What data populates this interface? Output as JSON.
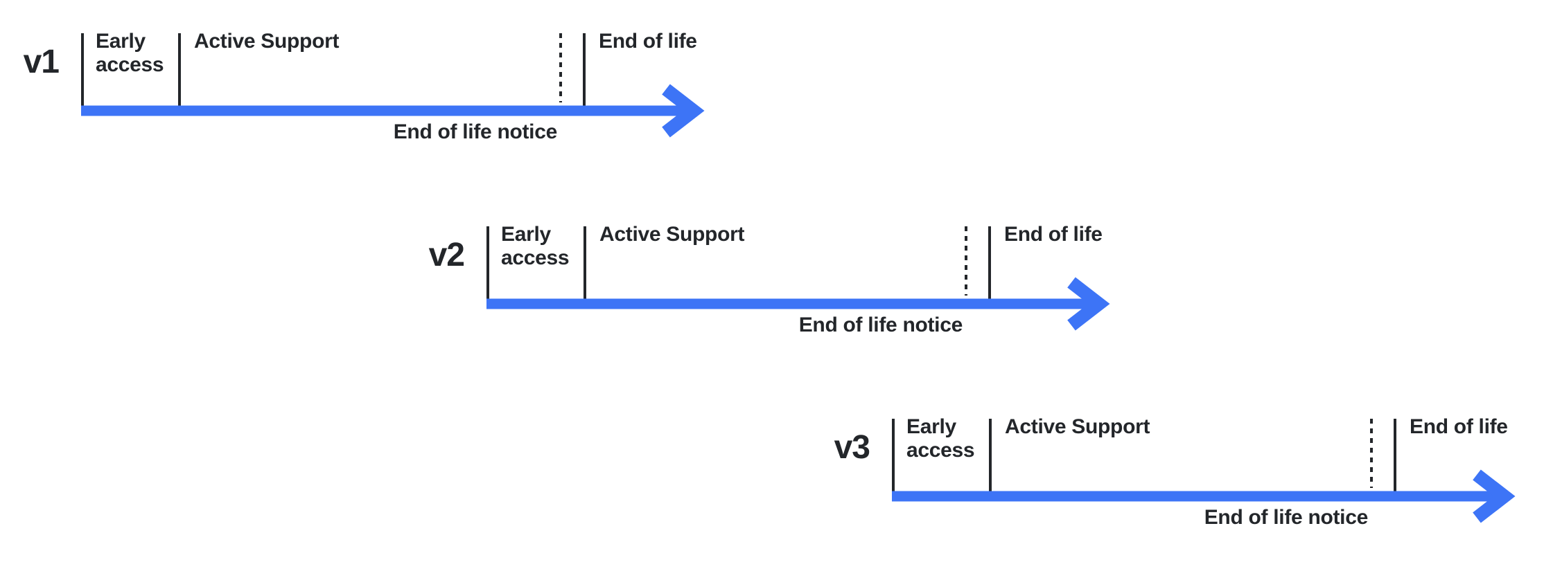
{
  "colors": {
    "arrow_blue": "#3d74f6",
    "ink": "#23262a",
    "background": "#ffffff"
  },
  "timelines": [
    {
      "version": "v1",
      "early_access": "Early access",
      "active_support": "Active Support",
      "end_of_life": "End of life",
      "eol_notice": "End of life notice"
    },
    {
      "version": "v2",
      "early_access": "Early access",
      "active_support": "Active Support",
      "end_of_life": "End of life",
      "eol_notice": "End of life notice"
    },
    {
      "version": "v3",
      "early_access": "Early access",
      "active_support": "Active Support",
      "end_of_life": "End of life",
      "eol_notice": "End of life notice"
    }
  ]
}
